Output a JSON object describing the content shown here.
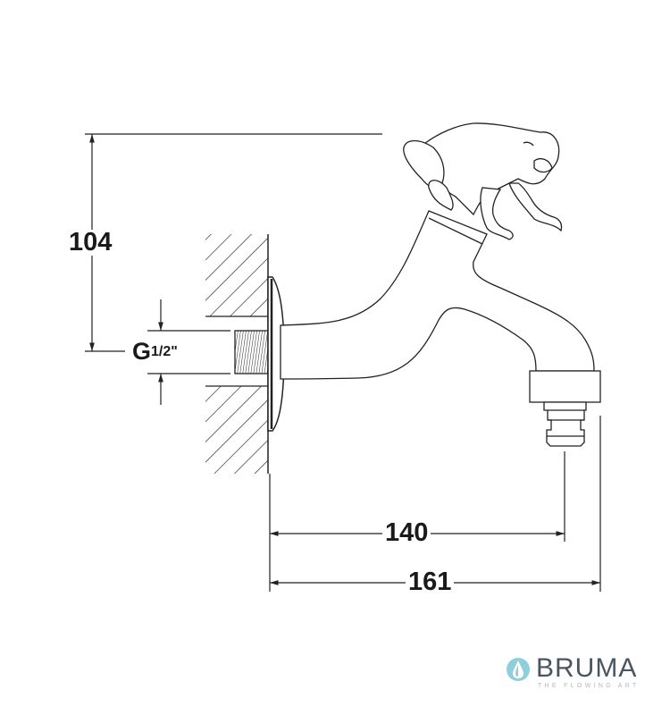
{
  "dimensions": {
    "height": "104",
    "thread_label": "G",
    "thread_fraction": "1/2\"",
    "projection_outlet": "140",
    "projection_total": "161"
  },
  "logo": {
    "name": "BRUMA",
    "tagline": "THE FLOWING ART",
    "color": "#4a5560",
    "drop_color": "#8fcfdc"
  }
}
